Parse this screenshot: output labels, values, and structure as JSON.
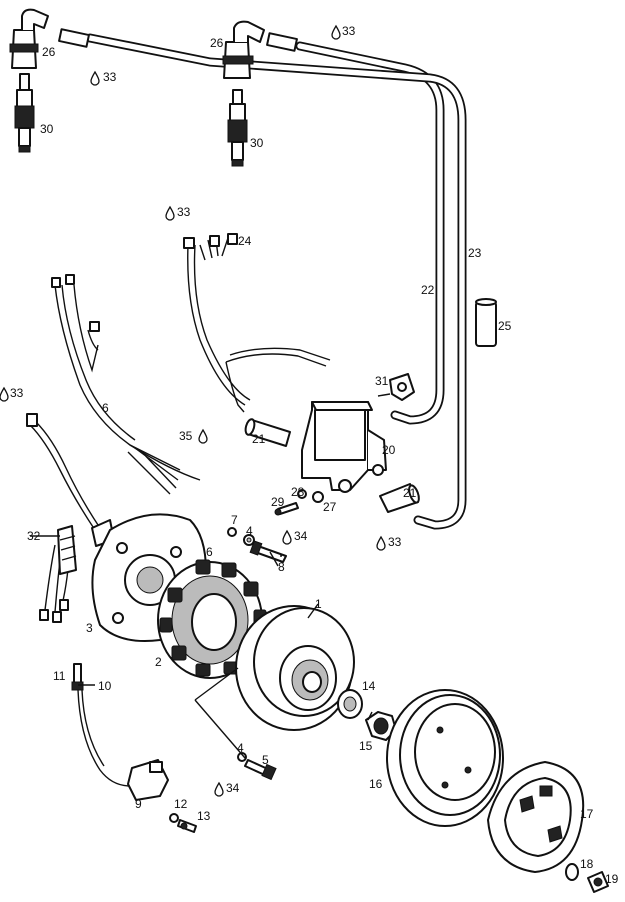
{
  "callouts": {
    "c1": "1",
    "c2": "2",
    "c3": "3",
    "c4a": "4",
    "c4b": "4",
    "c5": "5",
    "c6a": "6",
    "c6b": "6",
    "c7": "7",
    "c8": "8",
    "c9": "9",
    "c10": "10",
    "c11": "11",
    "c12": "12",
    "c13": "13",
    "c14": "14",
    "c15": "15",
    "c16": "16",
    "c17": "17",
    "c18": "18",
    "c19": "19",
    "c20": "20",
    "c21a": "21",
    "c21b": "21",
    "c22": "22",
    "c23": "23",
    "c24": "24",
    "c25": "25",
    "c26a": "26",
    "c26b": "26",
    "c27": "27",
    "c28": "28",
    "c29": "29",
    "c30a": "30",
    "c30b": "30",
    "c31": "31",
    "c32": "32",
    "c33a": "33",
    "c33b": "33",
    "c33c": "33",
    "c33d": "33",
    "c33e": "33",
    "c34a": "34",
    "c34b": "34",
    "c35": "35"
  }
}
